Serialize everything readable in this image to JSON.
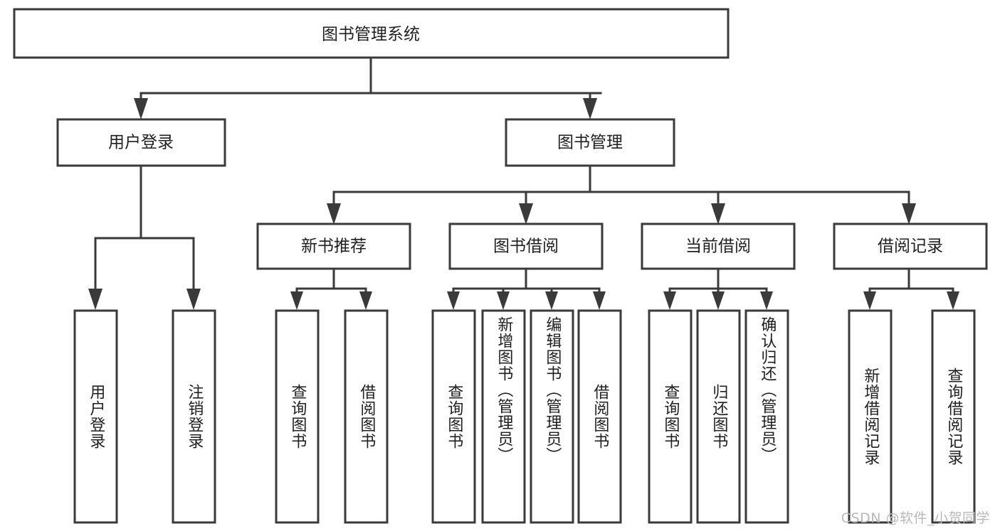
{
  "diagram": {
    "title": "图书管理系统",
    "type": "tree",
    "orientation": "top-down",
    "colors": {
      "box_stroke": "#3a3a3a",
      "box_fill": "#ffffff",
      "text": "#1f1f1f",
      "connector": "#3a3a3a",
      "watermark": "#b9b9b9",
      "background": "#ffffff"
    },
    "root": {
      "label": "图书管理系统"
    },
    "level2": [
      {
        "label": "用户登录"
      },
      {
        "label": "图书管理"
      }
    ],
    "level3": [
      {
        "label": "新书推荐"
      },
      {
        "label": "图书借阅"
      },
      {
        "label": "当前借阅"
      },
      {
        "label": "借阅记录"
      }
    ],
    "leaves": {
      "user_login": [
        {
          "label": "用户登录"
        },
        {
          "label": "注销登录"
        }
      ],
      "new_book_recommend": [
        {
          "label": "查询图书"
        },
        {
          "label": "借阅图书"
        }
      ],
      "book_borrow": [
        {
          "label": "查询图书"
        },
        {
          "label": "新增图书（管理员）"
        },
        {
          "label": "编辑图书（管理员）"
        },
        {
          "label": "借阅图书"
        }
      ],
      "current_borrow": [
        {
          "label": "查询图书"
        },
        {
          "label": "归还图书"
        },
        {
          "label": "确认归还（管理员）"
        }
      ],
      "borrow_record": [
        {
          "label": "新增借阅记录"
        },
        {
          "label": "查询借阅记录"
        }
      ]
    }
  },
  "watermark": {
    "text": "CSDN @软件_小贺同学"
  }
}
